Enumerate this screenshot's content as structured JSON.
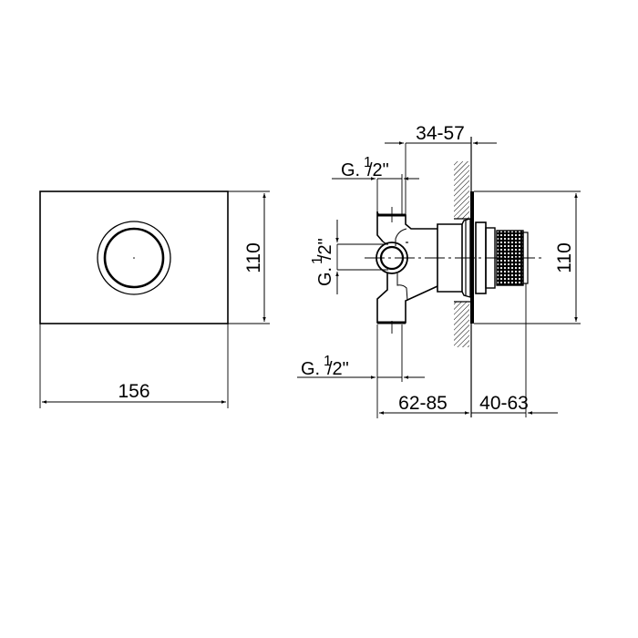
{
  "drawing": {
    "type": "technical-drawing",
    "views": [
      "front-view",
      "side-view"
    ],
    "line_color": "#000000",
    "background": "#ffffff"
  },
  "front_view": {
    "width_label": "156",
    "height_label": "110"
  },
  "side_view": {
    "top_label": "34-57",
    "height_label": "110",
    "top_thread_label": {
      "prefix": "G.",
      "num": "1",
      "den": "/2\""
    },
    "side_thread_label": {
      "prefix": "G.",
      "num": "1",
      "den": "/2\""
    },
    "bottom_thread_label": {
      "prefix": "G.",
      "num": "1",
      "den": "/2\""
    },
    "bottom_left_label": "62-85",
    "bottom_right_label": "40-63"
  }
}
